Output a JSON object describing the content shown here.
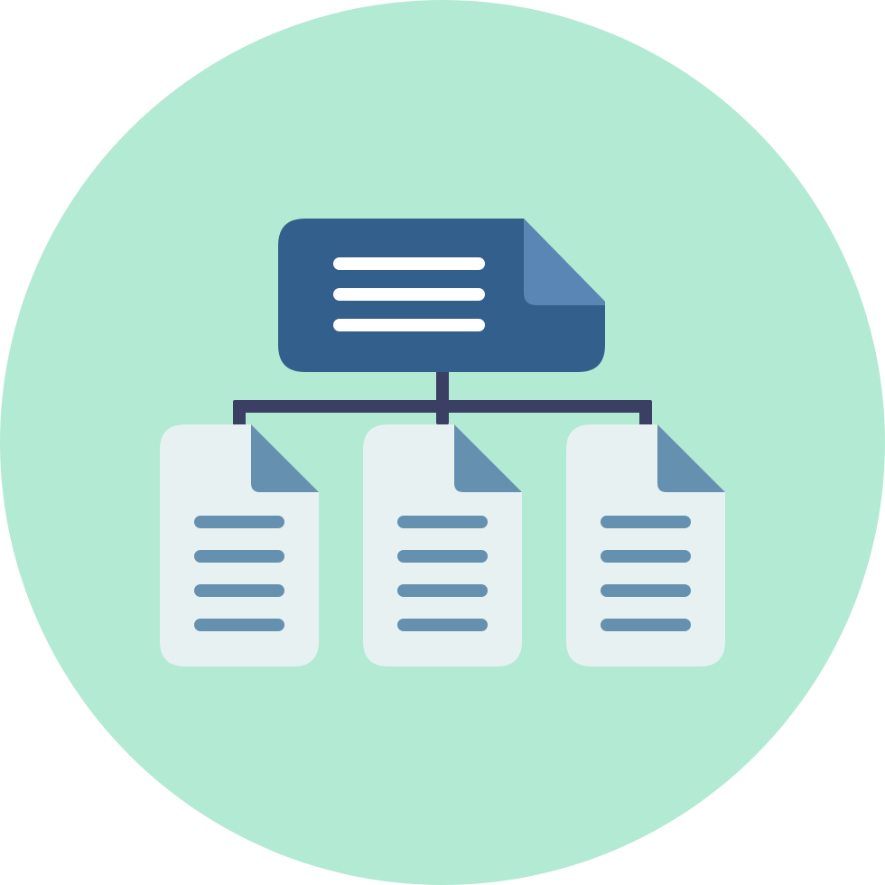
{
  "icon": {
    "name": "document-hierarchy-icon",
    "colors": {
      "background_circle": "#b3ead3",
      "parent_doc": "#335f8c",
      "parent_doc_fold": "#5a86b5",
      "parent_doc_lines": "#ffffff",
      "connector": "#3b3f63",
      "child_doc": "#e7f1f2",
      "child_doc_fold": "#6690b0",
      "child_doc_lines": "#6690b0"
    },
    "parent": {
      "name": "parent-document",
      "line_count": 3
    },
    "children": [
      {
        "name": "child-document-left",
        "line_count": 4
      },
      {
        "name": "child-document-center",
        "line_count": 4
      },
      {
        "name": "child-document-right",
        "line_count": 4
      }
    ]
  }
}
